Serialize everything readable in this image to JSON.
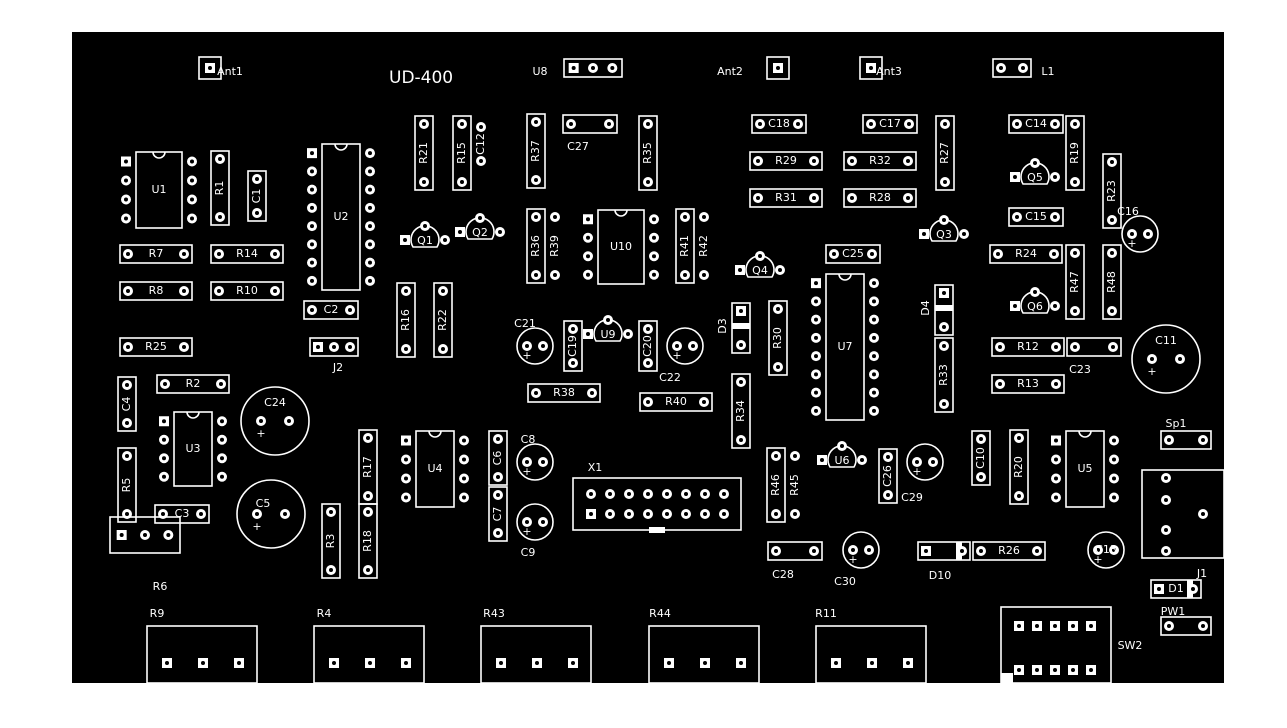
{
  "board": {
    "title": "UD-400",
    "background": "#000000",
    "silkscreen": "#ffffff"
  },
  "components": [
    {
      "ref": "Ant1",
      "kind": "pad1",
      "lbl": "Ant1"
    },
    {
      "ref": "U8",
      "kind": "header",
      "lbl": "U8"
    },
    {
      "ref": "Ant2",
      "kind": "pad1",
      "lbl": "Ant2"
    },
    {
      "ref": "Ant3",
      "kind": "pad1",
      "lbl": "Ant3"
    },
    {
      "ref": "L1",
      "kind": "resH",
      "lbl": "L1"
    },
    {
      "ref": "U1",
      "kind": "dip",
      "lbl": "U1"
    },
    {
      "ref": "R1",
      "kind": "resV",
      "lbl": "R1"
    },
    {
      "ref": "C1",
      "kind": "resV",
      "lbl": "C1"
    },
    {
      "ref": "U2",
      "kind": "dip",
      "lbl": "U2"
    },
    {
      "ref": "R21",
      "kind": "resV",
      "lbl": "R21"
    },
    {
      "ref": "R15",
      "kind": "resV",
      "lbl": "R15"
    },
    {
      "ref": "C12",
      "kind": "resV",
      "lbl": "C12"
    },
    {
      "ref": "R37",
      "kind": "resV",
      "lbl": "R37"
    },
    {
      "ref": "C27",
      "kind": "resH",
      "lbl": "C27"
    },
    {
      "ref": "R35",
      "kind": "resV",
      "lbl": "R35"
    },
    {
      "ref": "C18",
      "kind": "resH",
      "lbl": "C18"
    },
    {
      "ref": "C17",
      "kind": "resH",
      "lbl": "C17"
    },
    {
      "ref": "R27",
      "kind": "resV",
      "lbl": "R27"
    },
    {
      "ref": "C14",
      "kind": "resH",
      "lbl": "C14"
    },
    {
      "ref": "R19",
      "kind": "resV",
      "lbl": "R19"
    },
    {
      "ref": "R29",
      "kind": "resH",
      "lbl": "R29"
    },
    {
      "ref": "R32",
      "kind": "resH",
      "lbl": "R32"
    },
    {
      "ref": "Q5",
      "kind": "to92",
      "lbl": "Q5"
    },
    {
      "ref": "R23",
      "kind": "resV",
      "lbl": "R23"
    },
    {
      "ref": "C16",
      "kind": "ecap",
      "lbl": "C16"
    },
    {
      "ref": "R31",
      "kind": "resH",
      "lbl": "R31"
    },
    {
      "ref": "R28",
      "kind": "resH",
      "lbl": "R28"
    },
    {
      "ref": "C15",
      "kind": "resH",
      "lbl": "C15"
    },
    {
      "ref": "Q1",
      "kind": "to92",
      "lbl": "Q1"
    },
    {
      "ref": "Q2",
      "kind": "to92",
      "lbl": "Q2"
    },
    {
      "ref": "R36",
      "kind": "resV",
      "lbl": "R36"
    },
    {
      "ref": "R39",
      "kind": "resV",
      "lbl": "R39"
    },
    {
      "ref": "U10",
      "kind": "dip",
      "lbl": "U10"
    },
    {
      "ref": "R41",
      "kind": "resV",
      "lbl": "R41"
    },
    {
      "ref": "R42",
      "kind": "resV",
      "lbl": "R42"
    },
    {
      "ref": "Q3",
      "kind": "to92",
      "lbl": "Q3"
    },
    {
      "ref": "R24",
      "kind": "resH",
      "lbl": "R24"
    },
    {
      "ref": "R47",
      "kind": "resV",
      "lbl": "R47"
    },
    {
      "ref": "R48",
      "kind": "resV",
      "lbl": "R48"
    },
    {
      "ref": "R7",
      "kind": "resH",
      "lbl": "R7"
    },
    {
      "ref": "R14",
      "kind": "resH",
      "lbl": "R14"
    },
    {
      "ref": "Q4",
      "kind": "to92",
      "lbl": "Q4"
    },
    {
      "ref": "C25",
      "kind": "resH",
      "lbl": "C25"
    },
    {
      "ref": "R8",
      "kind": "resH",
      "lbl": "R8"
    },
    {
      "ref": "R10",
      "kind": "resH",
      "lbl": "R10"
    },
    {
      "ref": "U7",
      "kind": "dip",
      "lbl": "U7"
    },
    {
      "ref": "D4",
      "kind": "diodeV",
      "lbl": "D4"
    },
    {
      "ref": "Q6",
      "kind": "to92",
      "lbl": "Q6"
    },
    {
      "ref": "C2",
      "kind": "resH",
      "lbl": "C2"
    },
    {
      "ref": "R16",
      "kind": "resV",
      "lbl": "R16"
    },
    {
      "ref": "R22",
      "kind": "resV",
      "lbl": "R22"
    },
    {
      "ref": "C21",
      "kind": "ecap",
      "lbl": "C21"
    },
    {
      "ref": "C19",
      "kind": "resV",
      "lbl": "C19"
    },
    {
      "ref": "U9",
      "kind": "to92",
      "lbl": "U9"
    },
    {
      "ref": "C20",
      "kind": "resV",
      "lbl": "C20"
    },
    {
      "ref": "C22",
      "kind": "ecap",
      "lbl": "C22"
    },
    {
      "ref": "D3",
      "kind": "diodeV",
      "lbl": "D3"
    },
    {
      "ref": "R30",
      "kind": "resV",
      "lbl": "R30"
    },
    {
      "ref": "R12",
      "kind": "resH",
      "lbl": "R12"
    },
    {
      "ref": "C23",
      "kind": "resH",
      "lbl": "C23"
    },
    {
      "ref": "C11",
      "kind": "ecap",
      "lbl": "C11"
    },
    {
      "ref": "R25",
      "kind": "resH",
      "lbl": "R25"
    },
    {
      "ref": "J2",
      "kind": "header",
      "lbl": "J2"
    },
    {
      "ref": "R33",
      "kind": "resV",
      "lbl": "R33"
    },
    {
      "ref": "R2",
      "kind": "resH",
      "lbl": "R2"
    },
    {
      "ref": "R38",
      "kind": "resH",
      "lbl": "R38"
    },
    {
      "ref": "R13",
      "kind": "resH",
      "lbl": "R13"
    },
    {
      "ref": "C4",
      "kind": "resV",
      "lbl": "C4"
    },
    {
      "ref": "U3",
      "kind": "dip",
      "lbl": "U3"
    },
    {
      "ref": "C24",
      "kind": "ecap",
      "lbl": "C24"
    },
    {
      "ref": "R40",
      "kind": "resH",
      "lbl": "R40"
    },
    {
      "ref": "R34",
      "kind": "resV",
      "lbl": "R34"
    },
    {
      "ref": "Sp1",
      "kind": "resH",
      "lbl": "Sp1"
    },
    {
      "ref": "R17",
      "kind": "resV",
      "lbl": "R17"
    },
    {
      "ref": "U4",
      "kind": "dip",
      "lbl": "U4"
    },
    {
      "ref": "C6",
      "kind": "resV",
      "lbl": "C6"
    },
    {
      "ref": "C8",
      "kind": "ecap",
      "lbl": "C8"
    },
    {
      "ref": "C26",
      "kind": "resV",
      "lbl": "C26"
    },
    {
      "ref": "C10",
      "kind": "resV",
      "lbl": "C10"
    },
    {
      "ref": "R20",
      "kind": "resV",
      "lbl": "R20"
    },
    {
      "ref": "U5",
      "kind": "dip",
      "lbl": "U5"
    },
    {
      "ref": "X1",
      "kind": "idc",
      "lbl": "X1"
    },
    {
      "ref": "R46",
      "kind": "resV",
      "lbl": "R46"
    },
    {
      "ref": "R45",
      "kind": "resV",
      "lbl": "R45"
    },
    {
      "ref": "U6",
      "kind": "to92",
      "lbl": "U6"
    },
    {
      "ref": "C29",
      "kind": "ecap",
      "lbl": "C29"
    },
    {
      "ref": "R5",
      "kind": "resV",
      "lbl": "R5"
    },
    {
      "ref": "C5",
      "kind": "ecap",
      "lbl": "C5"
    },
    {
      "ref": "C7",
      "kind": "resV",
      "lbl": "C7"
    },
    {
      "ref": "C9",
      "kind": "ecap",
      "lbl": "C9"
    },
    {
      "ref": "C3",
      "kind": "resH",
      "lbl": "C3"
    },
    {
      "ref": "R3",
      "kind": "resV",
      "lbl": "R3"
    },
    {
      "ref": "R18",
      "kind": "resV",
      "lbl": "R18"
    },
    {
      "ref": "C13",
      "kind": "ecap",
      "lbl": "C13"
    },
    {
      "ref": "C28",
      "kind": "resH",
      "lbl": "C28"
    },
    {
      "ref": "C30",
      "kind": "ecap",
      "lbl": "C30"
    },
    {
      "ref": "D10",
      "kind": "diodeH",
      "lbl": "D10"
    },
    {
      "ref": "R26",
      "kind": "resH",
      "lbl": "R26"
    },
    {
      "ref": "J1",
      "kind": "jack",
      "lbl": "J1"
    },
    {
      "ref": "R6",
      "kind": "header",
      "lbl": "R6"
    },
    {
      "ref": "D1",
      "kind": "diodeH",
      "lbl": "D1"
    },
    {
      "ref": "PW1",
      "kind": "resH",
      "lbl": "PW1"
    },
    {
      "ref": "R9",
      "kind": "pot",
      "lbl": "R9"
    },
    {
      "ref": "R4",
      "kind": "pot",
      "lbl": "R4"
    },
    {
      "ref": "R43",
      "kind": "pot",
      "lbl": "R43"
    },
    {
      "ref": "R44",
      "kind": "pot",
      "lbl": "R44"
    },
    {
      "ref": "R11",
      "kind": "pot",
      "lbl": "R11"
    },
    {
      "ref": "SW2",
      "kind": "switch",
      "lbl": "SW2"
    }
  ]
}
